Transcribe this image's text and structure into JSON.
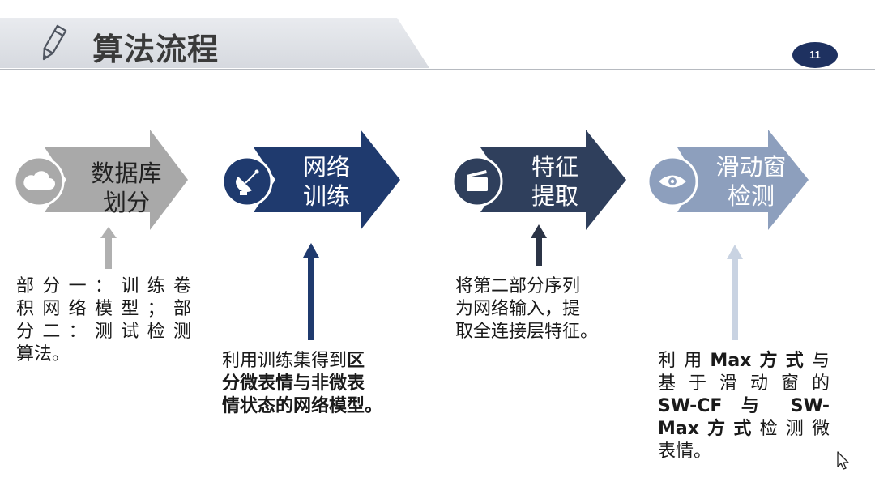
{
  "header": {
    "title": "算法流程",
    "page_number": "11",
    "pencil_icon": "pencil-icon"
  },
  "colors": {
    "gray": "#a9a9a9",
    "navy": "#1f3a6e",
    "dark_navy": "#2f3f5c",
    "light_blue": "#8d9fbd",
    "pale_arrow": "#c9d3e2"
  },
  "steps": [
    {
      "icon": "cloud-icon",
      "line1": "数据库",
      "line2": "划分"
    },
    {
      "icon": "satellite-dish-icon",
      "line1": "网络",
      "line2": "训练"
    },
    {
      "icon": "clapperboard-icon",
      "line1": "特征",
      "line2": "提取"
    },
    {
      "icon": "eye-icon",
      "line1": "滑动窗",
      "line2": "检测"
    }
  ],
  "descriptions": {
    "d1": {
      "line1": "部分一：训练卷",
      "line2": "积网络模型；部",
      "line3": "分二：测试检测",
      "line4": "算法。"
    },
    "d2": {
      "line1_a": "利用训练集得到",
      "line1_b": "区",
      "line2": "分微表情与非微表",
      "line3": "情状态的网络模型。"
    },
    "d3": {
      "line1": "将第二部分序列",
      "line2": "为网络输入，提",
      "line3": "取全连接层特征。"
    },
    "d4": {
      "line1_a": "利用",
      "line1_b": "Max方式",
      "line1_c": "与",
      "line2": "基于滑动窗的",
      "line3": "SW-CF 与 SW-",
      "line4_a": "Max方式",
      "line4_b": "检测微",
      "line5": "表情。"
    }
  }
}
